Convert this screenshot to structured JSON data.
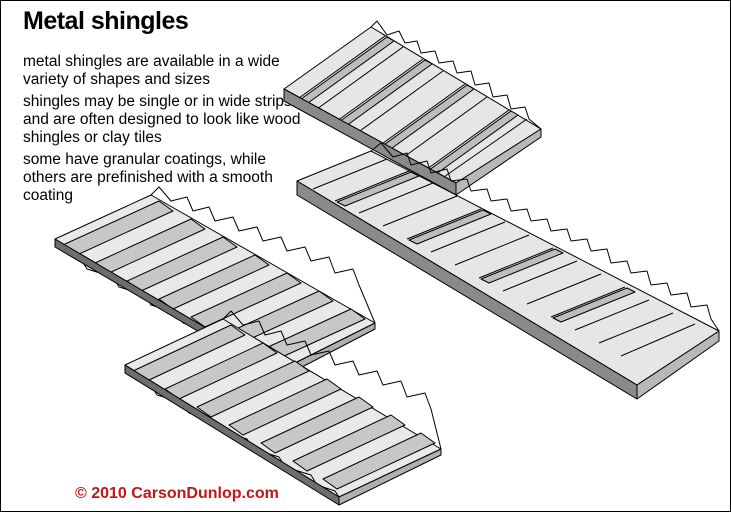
{
  "title": "Metal shingles",
  "bullets": [
    "metal shingles are available in a wide variety of shapes and sizes",
    "shingles may be single or in wide strips and are often designed to look like wood shingles or clay tiles",
    "some have granular coatings, while others are prefinished with a smooth coating"
  ],
  "copyright": "© 2010 CarsonDunlop.com",
  "colors": {
    "line": "#000000",
    "face_light": "#e8e8e8",
    "face_mid": "#c4c4c4",
    "face_dark": "#6e6e6e",
    "copyright": "#c0171c"
  },
  "illustrations": [
    {
      "name": "tile-profile-shingle-panels",
      "panels": 2,
      "style": "clay tile profile"
    },
    {
      "name": "wood-profile-strip-panels",
      "panels": 2,
      "style": "wood shingle profile strips"
    }
  ]
}
